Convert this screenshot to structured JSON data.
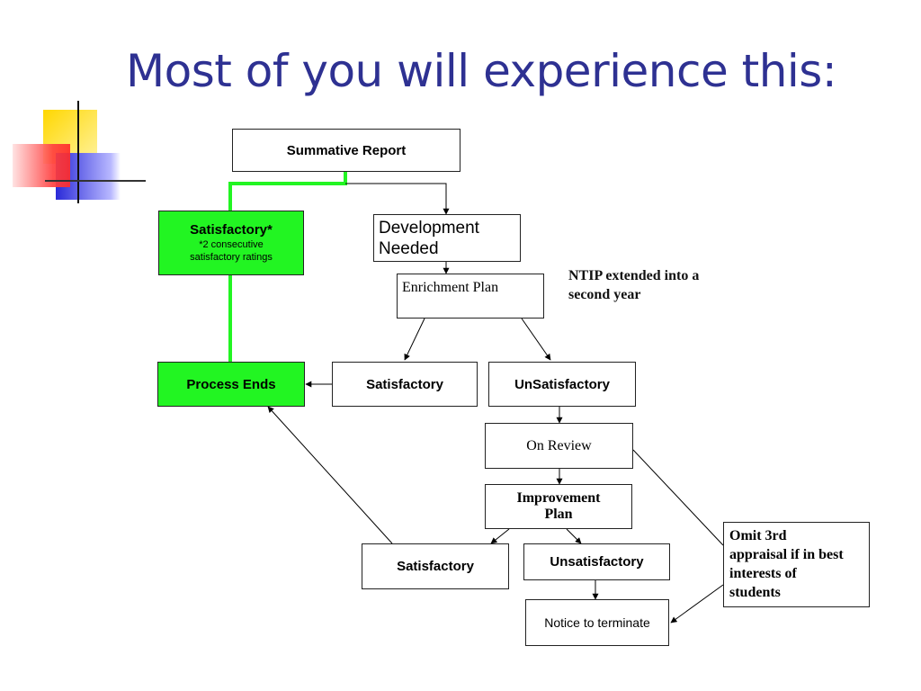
{
  "slide": {
    "title": "Most of you will experience this:"
  },
  "flowchart": {
    "summative_report": "Summative Report",
    "satisfactory_star": "Satisfactory*",
    "satisfactory_star_note_line1": "*2 consecutive",
    "satisfactory_star_note_line2": "satisfactory ratings",
    "development_needed_line1": "Development",
    "development_needed_line2": "Needed",
    "enrichment_plan": "Enrichment Plan",
    "ntip_note_line1": "NTIP extended into a",
    "ntip_note_line2": "second year",
    "process_ends": "Process Ends",
    "satisfactory_1": "Satisfactory",
    "unsatisfactory_1": "UnSatisfactory",
    "on_review": "On Review",
    "improvement_plan_line1": "Improvement",
    "improvement_plan_line2": "Plan",
    "satisfactory_2": "Satisfactory",
    "unsatisfactory_2": "Unsatisfactory",
    "notice_to_terminate": "Notice to terminate",
    "omit_note_line1": "Omit 3rd",
    "omit_note_line2": "appraisal if in best",
    "omit_note_line3": "interests of",
    "omit_note_line4": "students"
  },
  "colors": {
    "title": "#2e3192",
    "highlight_green": "#22f522",
    "deco_yellow": "#ffd700",
    "deco_red": "#ff2a2a",
    "deco_blue": "#2a2ad8"
  }
}
